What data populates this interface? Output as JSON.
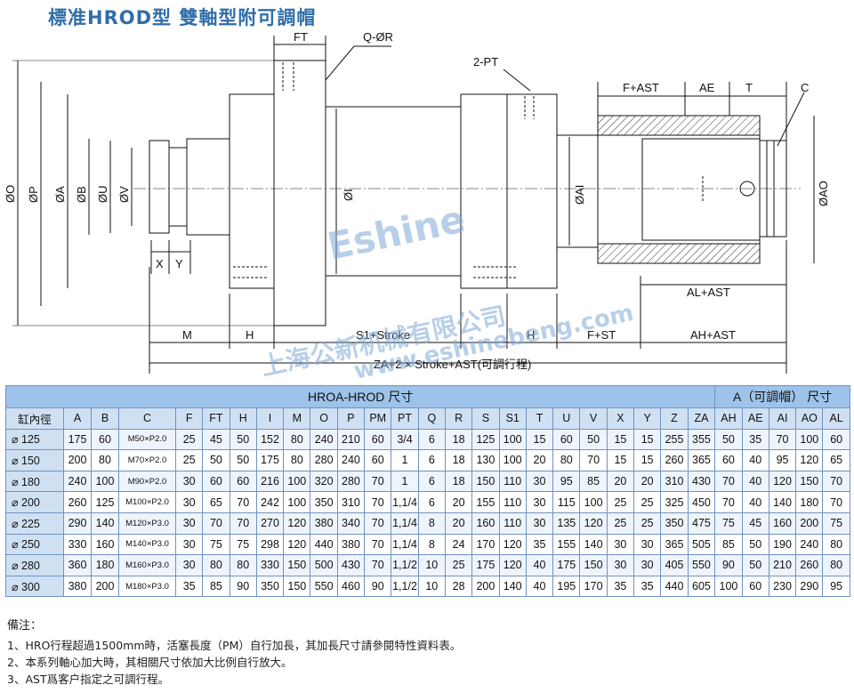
{
  "title": "標准HROD型  雙軸型附可調帽",
  "drawing": {
    "labels": {
      "FT": "FT",
      "QR": "Q-ØR",
      "PT": "2-PT",
      "FAST": "F+AST",
      "AE": "AE",
      "T": "T",
      "C": "C",
      "O": "ØO",
      "P": "ØP",
      "A": "ØA",
      "B": "ØB",
      "U": "ØU",
      "V": "ØV",
      "I": "ØI",
      "AI": "ØAI",
      "AO": "ØAO",
      "X": "X",
      "Y": "Y",
      "ALAST": "AL+AST",
      "M": "M",
      "H1": "H",
      "S1": "S1+Stroke",
      "H2": "H",
      "FST": "F+ST",
      "AHAST": "AH+AST",
      "ZA": "ZA+2 × Stroke+AST(可調行程)"
    },
    "watermark": {
      "brand": "Eshine",
      "company": "上海公新机械有限公司",
      "url": "www.eshinebeng.com",
      "color": "#7fa8d8"
    }
  },
  "table": {
    "group1": "HROA-HROD 尺寸",
    "group2": "A（可調帽） 尺寸",
    "columns": [
      "缸內徑",
      "A",
      "B",
      "C",
      "F",
      "FT",
      "H",
      "I",
      "M",
      "O",
      "P",
      "PM",
      "PT",
      "Q",
      "R",
      "S",
      "S1",
      "T",
      "U",
      "V",
      "X",
      "Y",
      "Z",
      "ZA",
      "AH",
      "AE",
      "AI",
      "AO",
      "AL"
    ],
    "rows": [
      [
        "⌀ 125",
        "175",
        "60",
        "M50×P2.0",
        "25",
        "45",
        "50",
        "152",
        "80",
        "240",
        "210",
        "60",
        "3/4",
        "6",
        "18",
        "125",
        "100",
        "15",
        "60",
        "50",
        "15",
        "15",
        "255",
        "355",
        "50",
        "35",
        "70",
        "100",
        "60"
      ],
      [
        "⌀ 150",
        "200",
        "80",
        "M70×P2.0",
        "25",
        "50",
        "50",
        "175",
        "80",
        "280",
        "240",
        "60",
        "1",
        "6",
        "18",
        "130",
        "100",
        "20",
        "80",
        "70",
        "15",
        "15",
        "260",
        "365",
        "60",
        "40",
        "95",
        "120",
        "65"
      ],
      [
        "⌀ 180",
        "240",
        "100",
        "M90×P2.0",
        "30",
        "60",
        "60",
        "216",
        "100",
        "320",
        "280",
        "70",
        "1",
        "6",
        "18",
        "150",
        "110",
        "30",
        "95",
        "85",
        "20",
        "20",
        "310",
        "430",
        "70",
        "40",
        "120",
        "150",
        "70"
      ],
      [
        "⌀ 200",
        "260",
        "125",
        "M100×P2.0",
        "30",
        "65",
        "70",
        "242",
        "100",
        "350",
        "310",
        "70",
        "1,1/4",
        "6",
        "20",
        "155",
        "110",
        "30",
        "115",
        "100",
        "25",
        "25",
        "325",
        "450",
        "70",
        "40",
        "140",
        "180",
        "70"
      ],
      [
        "⌀ 225",
        "290",
        "140",
        "M120×P3.0",
        "30",
        "70",
        "70",
        "270",
        "120",
        "380",
        "340",
        "70",
        "1,1/4",
        "8",
        "20",
        "160",
        "110",
        "30",
        "135",
        "120",
        "25",
        "25",
        "350",
        "475",
        "75",
        "45",
        "160",
        "200",
        "75"
      ],
      [
        "⌀ 250",
        "330",
        "160",
        "M140×P3.0",
        "30",
        "75",
        "75",
        "298",
        "120",
        "440",
        "380",
        "70",
        "1,1/4",
        "8",
        "24",
        "170",
        "120",
        "35",
        "155",
        "140",
        "30",
        "30",
        "365",
        "505",
        "85",
        "50",
        "190",
        "240",
        "80"
      ],
      [
        "⌀ 280",
        "360",
        "180",
        "M160×P3.0",
        "30",
        "80",
        "80",
        "330",
        "150",
        "500",
        "430",
        "70",
        "1,1/2",
        "10",
        "25",
        "175",
        "120",
        "40",
        "175",
        "150",
        "30",
        "30",
        "405",
        "550",
        "90",
        "50",
        "210",
        "260",
        "80"
      ],
      [
        "⌀ 300",
        "380",
        "200",
        "M180×P3.0",
        "35",
        "85",
        "90",
        "350",
        "150",
        "550",
        "460",
        "90",
        "1,1/2",
        "10",
        "28",
        "200",
        "140",
        "40",
        "195",
        "170",
        "35",
        "35",
        "440",
        "605",
        "100",
        "60",
        "230",
        "290",
        "95"
      ]
    ]
  },
  "notes": {
    "title": "備注：",
    "items": [
      "1、HRO行程超過1500mm時，活塞長度（PM）自行加長，其加長尺寸請參閱特性資料表。",
      "2、本系列軸心加大時，其相關尺寸依加大比例自行放大。",
      "3、AST爲客户指定之可調行程。"
    ]
  }
}
